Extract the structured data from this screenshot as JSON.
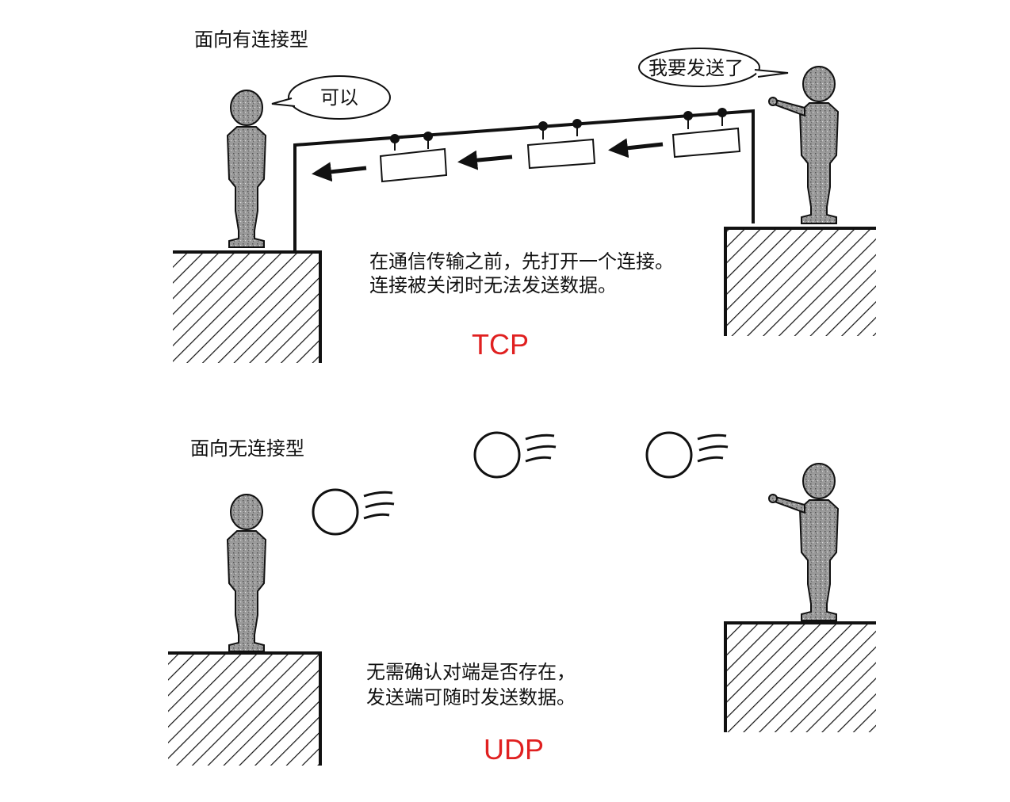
{
  "colors": {
    "line": "#111111",
    "figure": "#8a8a8a",
    "protocol": "#e02020"
  },
  "tcp": {
    "title": "面向有连接型",
    "receiver_bubble": "可以",
    "sender_bubble": "我要发送了",
    "caption_line1": "在通信传输之前，先打开一个连接。",
    "caption_line2": "连接被关闭时无法发送数据。",
    "protocol": "TCP"
  },
  "udp": {
    "title": "面向无连接型",
    "caption_line1": "无需确认对端是否存在，",
    "caption_line2": "发送端可随时发送数据。",
    "protocol": "UDP"
  }
}
